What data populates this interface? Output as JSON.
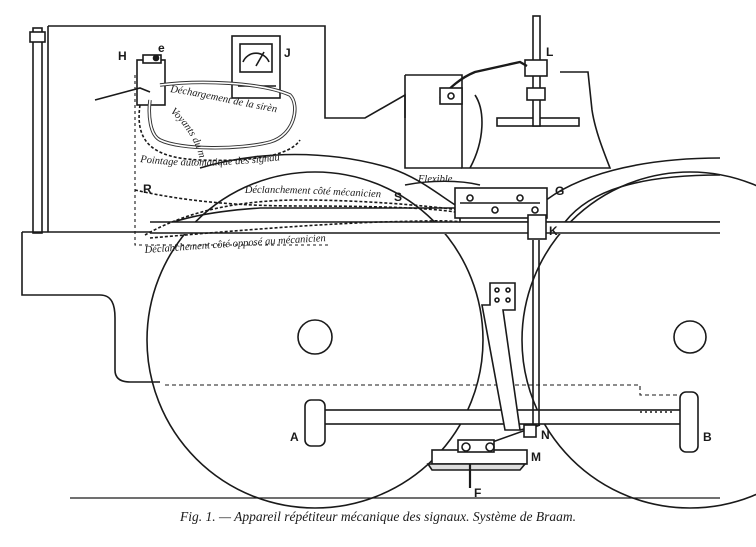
{
  "caption": "Fig. 1. — Appareil répétiteur mécanique des signaux. Système de Braam.",
  "labels": {
    "H": "H",
    "e": "e",
    "J": "J",
    "L": "L",
    "R": "R",
    "S": "S",
    "G": "G",
    "K": "K",
    "A": "A",
    "B": "B",
    "N": "N",
    "M": "M",
    "F": "F"
  },
  "annotations": {
    "dechargement": "Déchargement de la sirène",
    "voyants": "Voyants du mécanicien",
    "pointage": "Pointage automatique des signaux",
    "flexible": "Flexible",
    "declenchement_cote": "Déclanchement côté mécanicien",
    "declenchement_oppose": "Déclanchement côté opposé au mécanicien"
  }
}
